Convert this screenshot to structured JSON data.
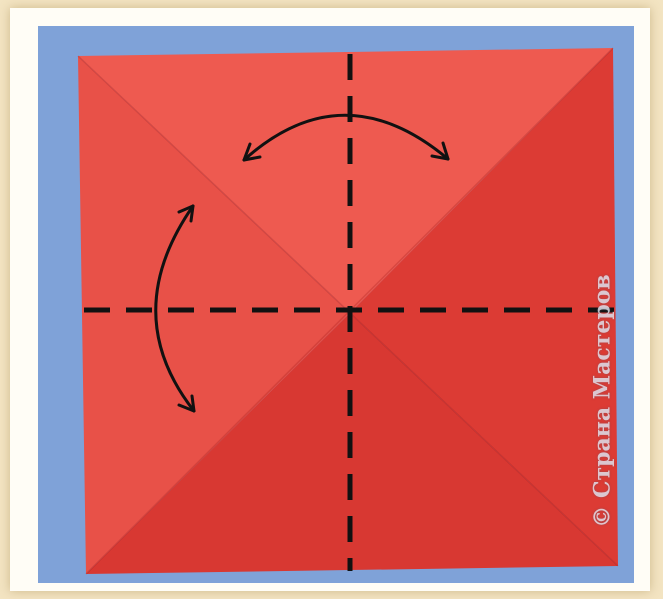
{
  "watermark": {
    "text": "© Страна Мастеров"
  },
  "paper": {
    "color_light": "#ee5a50",
    "color_mid": "#e24841",
    "color_dark": "#d83832"
  },
  "background": {
    "mat_color": "#7fa2d8",
    "page_color": "#f3e4c2"
  },
  "fold_lines": {
    "style": "dashed",
    "count": 2
  },
  "arrows": {
    "count": 2,
    "style": "double-headed curved"
  }
}
